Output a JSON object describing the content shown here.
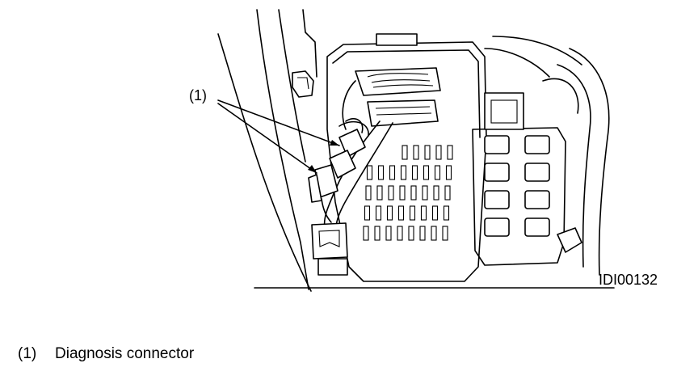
{
  "callout": {
    "label": "(1)"
  },
  "figure_code": "IDI00132",
  "legend": [
    {
      "number": "(1)",
      "text": "Diagnosis connector"
    }
  ]
}
